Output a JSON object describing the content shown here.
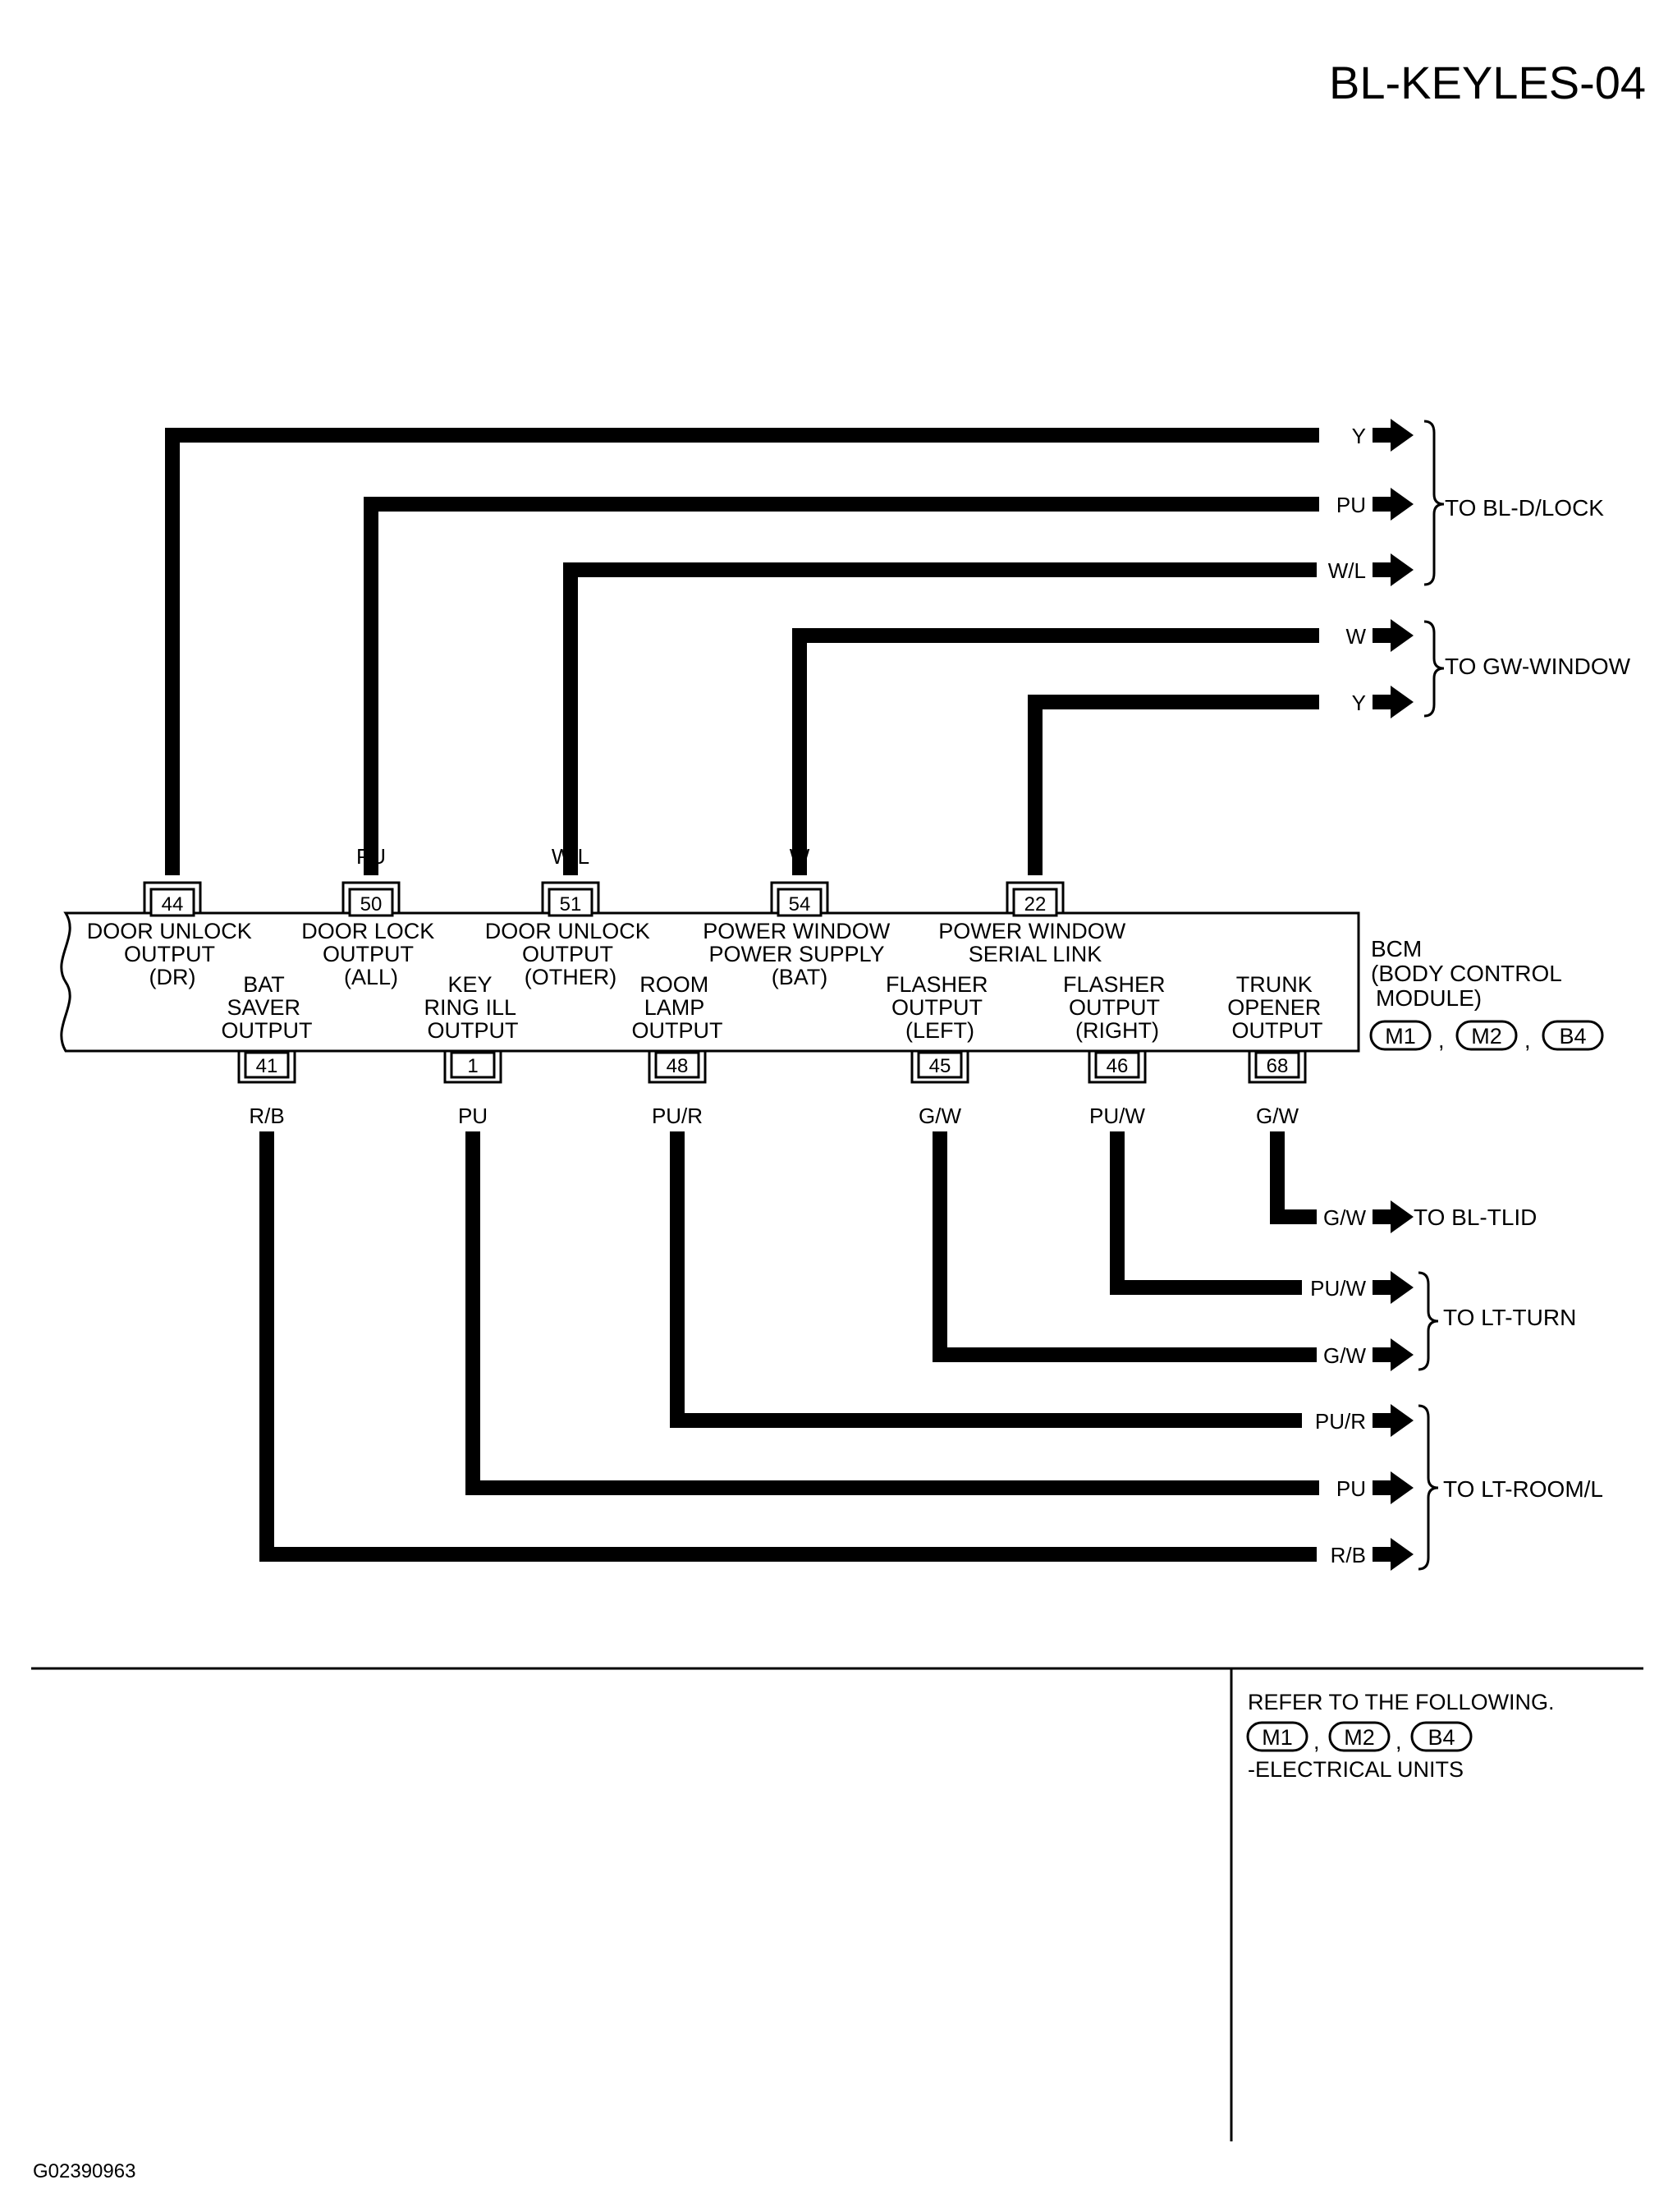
{
  "page_title": "BL-KEYLES-04",
  "figure_id": "G02390963",
  "bcm": {
    "label_lines": [
      "BCM",
      "(BODY CONTROL",
      "MODULE)"
    ],
    "connectors": [
      "M1",
      "M2",
      "B4"
    ]
  },
  "top_terminals": [
    {
      "pin": "44",
      "color": "Y",
      "lines": [
        "DOOR UNLOCK",
        "OUTPUT",
        "(DR)"
      ]
    },
    {
      "pin": "50",
      "color": "PU",
      "lines": [
        "DOOR LOCK",
        "OUTPUT",
        "(ALL)"
      ]
    },
    {
      "pin": "51",
      "color": "W/L",
      "lines": [
        "DOOR UNLOCK",
        "OUTPUT",
        "(OTHER)"
      ]
    },
    {
      "pin": "54",
      "color": "W",
      "lines": [
        "POWER WINDOW",
        "POWER SUPPLY",
        "(BAT)"
      ]
    },
    {
      "pin": "22",
      "color": "Y",
      "lines": [
        "POWER WINDOW",
        "SERIAL LINK"
      ]
    }
  ],
  "bottom_terminals": [
    {
      "pin": "41",
      "color": "R/B",
      "lines": [
        "BAT",
        "SAVER",
        "OUTPUT"
      ]
    },
    {
      "pin": "1",
      "color": "PU",
      "lines": [
        "KEY",
        "RING ILL",
        "OUTPUT"
      ]
    },
    {
      "pin": "48",
      "color": "PU/R",
      "lines": [
        "ROOM",
        "LAMP",
        "OUTPUT"
      ]
    },
    {
      "pin": "45",
      "color": "G/W",
      "lines": [
        "FLASHER",
        "OUTPUT",
        "(LEFT)"
      ]
    },
    {
      "pin": "46",
      "color": "PU/W",
      "lines": [
        "FLASHER",
        "OUTPUT",
        "(RIGHT)"
      ]
    },
    {
      "pin": "68",
      "color": "G/W",
      "lines": [
        "TRUNK",
        "OPENER",
        "OUTPUT"
      ]
    }
  ],
  "outputs": [
    {
      "color": "Y",
      "group": 0
    },
    {
      "color": "PU",
      "group": 0
    },
    {
      "color": "W/L",
      "group": 0
    },
    {
      "color": "W",
      "group": 1
    },
    {
      "color": "Y",
      "group": 1
    },
    {
      "color": "G/W",
      "group": 2
    },
    {
      "color": "PU/W",
      "group": 3
    },
    {
      "color": "G/W",
      "group": 3
    },
    {
      "color": "PU/R",
      "group": 4
    },
    {
      "color": "PU",
      "group": 4
    },
    {
      "color": "R/B",
      "group": 4
    }
  ],
  "destinations": [
    "TO BL-D/LOCK",
    "TO GW-WINDOW",
    "TO BL-TLID",
    "TO LT-TURN",
    "TO LT-ROOM/L"
  ],
  "footer": {
    "refer_text": "REFER TO THE FOLLOWING.",
    "connectors": [
      "M1",
      "M2",
      "B4"
    ],
    "units_text": "-ELECTRICAL UNITS"
  }
}
